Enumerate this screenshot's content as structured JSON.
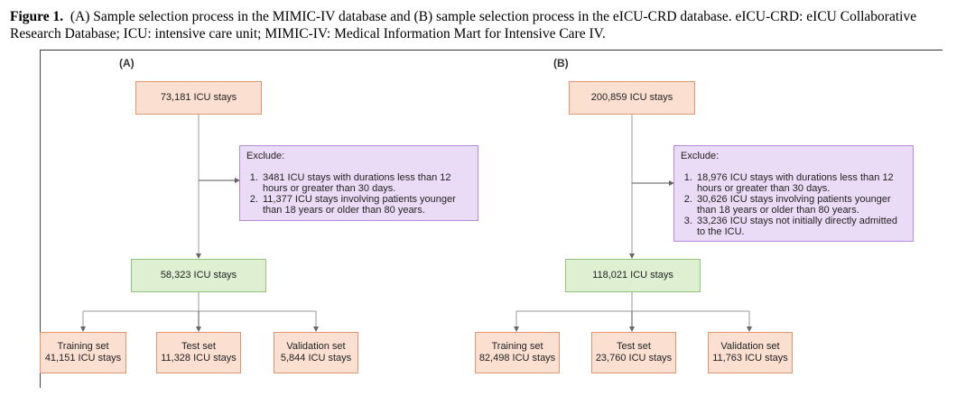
{
  "caption": {
    "label": "Figure 1.",
    "text": "(A) Sample selection process in the MIMIC-IV database and (B) sample selection process in the eICU-CRD database. eICU-CRD: eICU Collaborative Research Database; ICU: intensive care unit; MIMIC-IV: Medical Information Mart for Intensive Care IV."
  },
  "panel_a": {
    "label": "(A)",
    "top": "73,181 ICU stays",
    "exclude_title": "Exclude:",
    "exclusions": [
      "3481 ICU stays with durations less than 12 hours or greater than 30 days.",
      "11,377 ICU stays involving patients younger than 18 years or older than 80 years."
    ],
    "middle": "58,323 ICU stays",
    "splits": [
      {
        "name": "Training set",
        "count": "41,151 ICU stays"
      },
      {
        "name": "Test set",
        "count": "11,328 ICU stays"
      },
      {
        "name": "Validation set",
        "count": "5,844 ICU stays"
      }
    ]
  },
  "panel_b": {
    "label": "(B)",
    "top": "200,859 ICU stays",
    "exclude_title": "Exclude:",
    "exclusions": [
      "18,976 ICU stays with durations less than 12 hours or greater than 30 days.",
      "30,626 ICU stays involving patients younger than 18 years or older than 80 years.",
      "33,236 ICU stays not initially directly admitted to the ICU."
    ],
    "middle": "118,021 ICU stays",
    "splits": [
      {
        "name": "Training set",
        "count": "82,498 ICU stays"
      },
      {
        "name": "Test set",
        "count": "23,760 ICU stays"
      },
      {
        "name": "Validation set",
        "count": "11,763 ICU stays"
      }
    ]
  },
  "colors": {
    "start_box": "#fbdfd1",
    "exclude_box": "#eadcf6",
    "cohort_box": "#dff0d2",
    "split_box": "#fbdfd1"
  }
}
